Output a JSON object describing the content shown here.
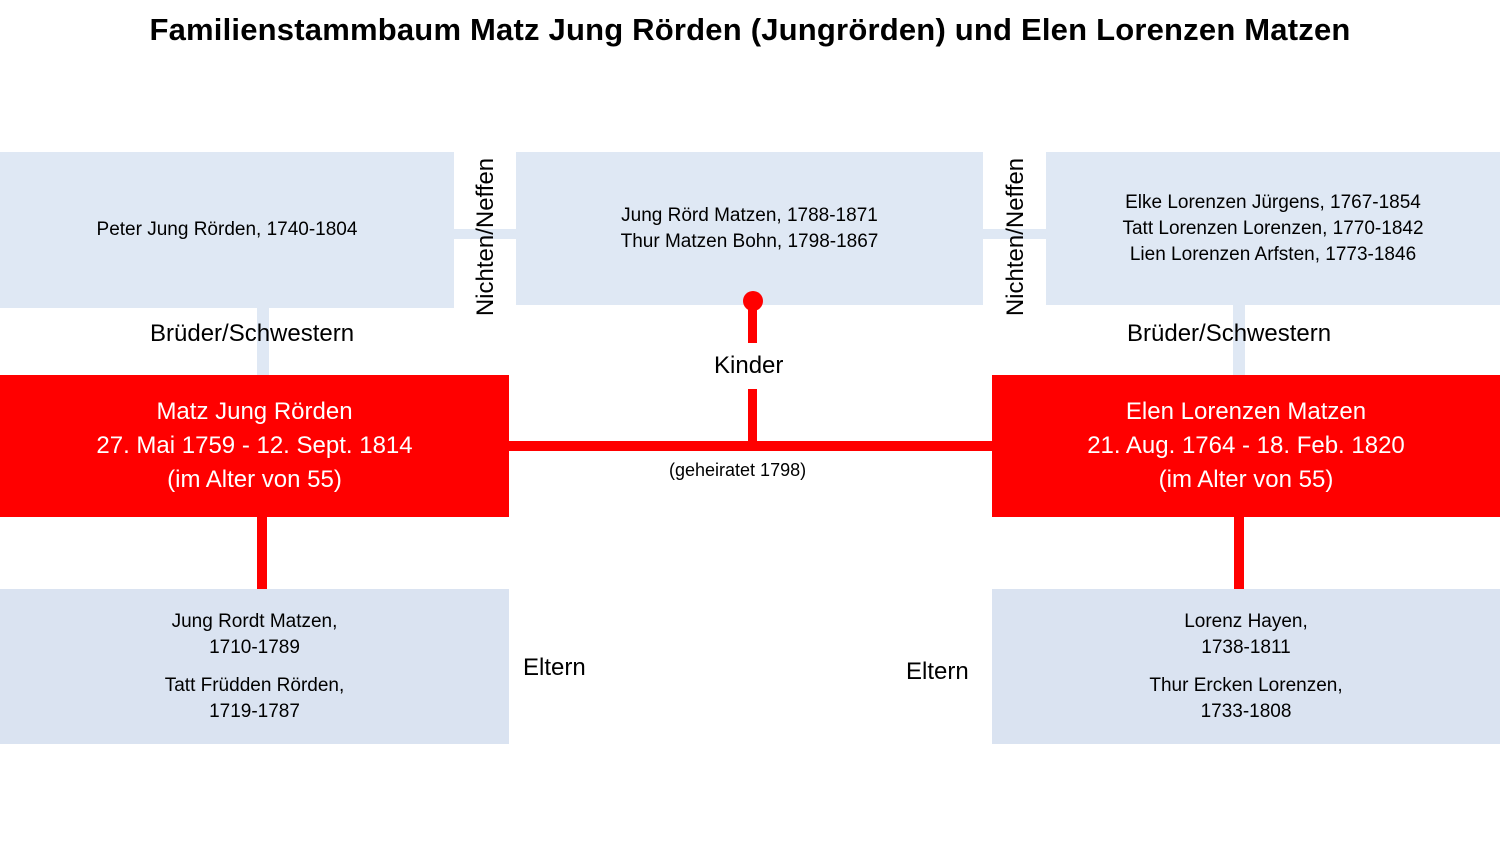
{
  "title": "Familienstammbaum Matz Jung Rörden (Jungrörden) und Elen Lorenzen Matzen",
  "husband": {
    "name": "Matz Jung Rörden",
    "dates": "27. Mai 1759 - 12. Sept. 1814",
    "age": "(im Alter von 55)"
  },
  "wife": {
    "name": "Elen Lorenzen Matzen",
    "dates": "21. Aug. 1764 - 18. Feb. 1820",
    "age": "(im Alter von 55)"
  },
  "marriage": "(geheiratet 1798)",
  "children": {
    "label": "Kinder",
    "items": [
      "Jung Rörd Matzen, 1788-1871",
      "Thur Matzen Bohn, 1798-1867"
    ]
  },
  "husband_siblings": {
    "label": "Brüder/Schwestern",
    "items": [
      "Peter Jung Rörden, 1740-1804"
    ]
  },
  "wife_siblings": {
    "label": "Brüder/Schwestern",
    "items": [
      "Elke Lorenzen Jürgens, 1767-1854",
      "Tatt Lorenzen Lorenzen, 1770-1842",
      "Lien Lorenzen Arfsten, 1773-1846"
    ]
  },
  "nieces_nephews_label": "Nichten/Neffen",
  "husband_parents": {
    "label": "Eltern",
    "father_name": "Jung Rordt Matzen,",
    "father_dates": "1710-1789",
    "mother_name": "Tatt Früdden Rörden,",
    "mother_dates": "1719-1787"
  },
  "wife_parents": {
    "label": "Eltern",
    "father_name": "Lorenz Hayen,",
    "father_dates": "1738-1811",
    "mother_name": "Thur Ercken Lorenzen,",
    "mother_dates": "1733-1808"
  },
  "colors": {
    "person_box": "#ff0000",
    "relative_box": "#dfe8f4",
    "connector": "#ff0000"
  }
}
